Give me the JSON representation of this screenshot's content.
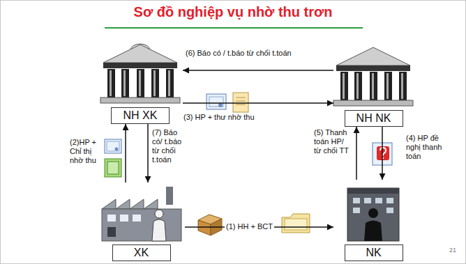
{
  "diagram": {
    "title": "Sơ đồ nghiệp vụ nhờ thu trơn",
    "nodes": [
      {
        "text": [
          "NH XK"
        ]
      },
      {
        "text": [
          "NH NK"
        ]
      },
      {
        "text": [
          "XK"
        ]
      },
      {
        "text": [
          "NK"
        ]
      }
    ],
    "edges": [
      {
        "from": 2,
        "to": 3,
        "label": "(1) HH + BCT",
        "arrow": "to"
      },
      {
        "from": 2,
        "to": 0,
        "label": "(2)HP + Chỉ thị nhờ thu",
        "arrow": "to"
      },
      {
        "from": 0,
        "to": 1,
        "label": "(3) HP + thư nhờ thu",
        "arrow": "to"
      },
      {
        "from": 1,
        "to": 3,
        "label": "(4) HP đề nghị thanh toán",
        "arrow": "to"
      },
      {
        "from": 3,
        "to": 1,
        "label": "(5) Thanh toán HP/ từ chối TT",
        "arrow": "to"
      },
      {
        "from": 1,
        "to": 0,
        "label": "(6) Báo có / t.báo từ chối t.toán",
        "arrow": "to"
      },
      {
        "from": 0,
        "to": 2,
        "label": "(7) Báo có/ t.báo từ chối t.toán",
        "arrow": "to"
      }
    ],
    "labels": [
      "21"
    ]
  }
}
